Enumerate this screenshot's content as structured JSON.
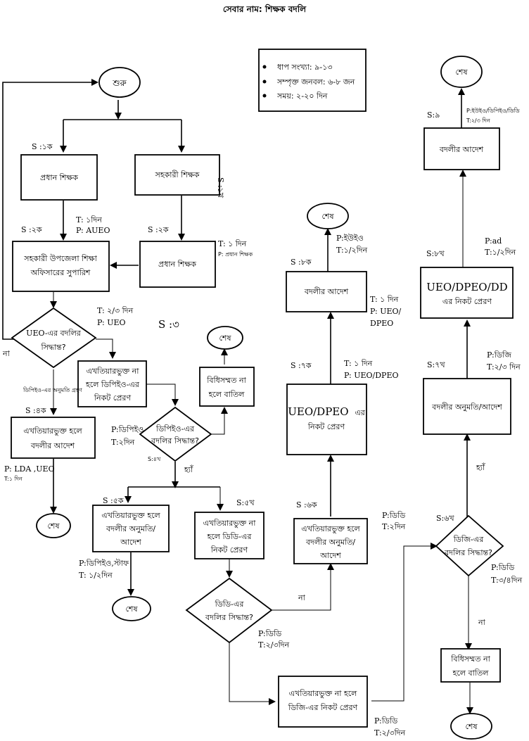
{
  "title": "সেবার নাম: শিক্ষক বদলি",
  "info_box": {
    "items": [
      "ধাপ সংখ্যা: ৯-১৩",
      "সম্পৃক্ত জনবল: ৬-৮ জন",
      "সময়: ২-২০ দিন"
    ]
  },
  "nodes": {
    "start": "শুরু",
    "head_teacher_1": "প্রধান শিক্ষক",
    "asst_teacher": "সহকারী শিক্ষক",
    "aueo_recommend": [
      "সহকারী উপজেলা শিক্ষা",
      "অফিসারের সুপারিশ"
    ],
    "head_teacher_2": "প্রধান শিক্ষক",
    "ueo_decision": [
      "UEO-এর বদলির",
      "সিদ্ধান্ত?"
    ],
    "forward_dpeo": [
      "এখতিয়ারভুক্ত না",
      "হলে ডিপিইও-এর",
      "নিকট প্রেরণ"
    ],
    "ueo_order": [
      "এখতিয়ারভুক্ত হলে",
      "বদলীর আদেশ"
    ],
    "end_1": "শেষ",
    "dpeo_decision": [
      "ডিপিইও-এর",
      "বদলির সিদ্ধান্ত?"
    ],
    "cancel_1": [
      "বিধিসম্মত না",
      "হলে বাতিল"
    ],
    "end_2": "শেষ",
    "dpeo_permit": [
      "এখতিয়ারভুক্ত হলে",
      "বদলীর অনুমতি/",
      "আদেশ"
    ],
    "end_3": "শেষ",
    "forward_dd": [
      "এখতিয়ারভুক্ত না",
      "হলে ডিডি-এর",
      "নিকট প্রেরণ"
    ],
    "dd_decision": [
      "ডিডি-এর",
      "বদলির সিদ্ধান্ত?"
    ],
    "forward_dg": [
      "এখতিয়ারভুক্ত না হলে",
      "ডিজি-এর নিকট প্রেরণ"
    ],
    "dd_permit": [
      "এখতিয়ারভুক্ত হলে",
      "বদলীর অনুমতি/",
      "আদেশ"
    ],
    "to_ueo_dpeo": [
      "UEO/DPEO",
      "এর",
      "নিকট প্রেরণ"
    ],
    "order_8k": "বদলীর আদেশ",
    "end_4": "শেষ",
    "dg_decision": [
      "ডিজি-এর",
      "বদলির সিদ্ধান্ত?"
    ],
    "dg_permit": "বদলীর অনুমতি/আদেশ",
    "to_ueo_dpeo_dd": [
      "UEO/DPEO/DD",
      "এর নিকট প্রেরণ"
    ],
    "order_9": "বদলীর আদেশ",
    "end_5": "শেষ",
    "cancel_2": [
      "বিধিসম্মত না",
      "হলে বাতিল"
    ],
    "end_6": "শেষ"
  },
  "labels": {
    "s_1k": "S :১ক",
    "s_1kh": "S :১খ",
    "s_2k_left": "S :২ক",
    "s_2k_right": "S :২ক",
    "t_1din": "T: ১দিন",
    "p_aueo": "P: AUEO",
    "t_1_din_b": "T: ১ দিন",
    "p_head": "P: প্রধান শিক্ষক",
    "t_23din": "T: ২/৩ দিন",
    "p_ueo": "P: UEO",
    "s_3": "S :৩",
    "no_left": "না",
    "dpeo_perm_get": "ডিপিইও-এর অনুমতি গ্রহণ",
    "s_4k": "S :৪ক",
    "p_lda": "P: LDA ,UEO",
    "t_1din_lda": "T:১ দিন",
    "p_dpeo": "P:ডিপিইও",
    "t_2din_dpeo": "T:২দিন",
    "s_4kh": "S:৪খ",
    "yes_1": "হ্যাঁ",
    "s_5k": "S :৫ক",
    "s_5kh": "S:৫খ",
    "p_dpeo_staff": "P:ডিপিইও,স্টাফ",
    "t_12din": "T: ১/২দিন",
    "p_dd_1": "P:ডিডি",
    "t_23din_dd1": "T:২/৩দিন",
    "no_dd": "না",
    "p_dd_2": "P:ডিডি",
    "t_23din_dd2": "T:২/৩দিন",
    "s_6k": "S :৬ক",
    "p_dd_3": "P:ডিডি",
    "t_2din_dd": "T:২দিন",
    "s_7k": "S :৭ক",
    "t_1din_7k": "T: ১ দিন",
    "p_ueo_dpeo": "P: UEO/DPEO",
    "s_8k": "S :৮ক",
    "t_1din_8k": "T: ১ দিন",
    "p_ueo_dpeo_split": [
      "P: UEO/",
      "DPEO"
    ],
    "p_ueo_8k": "P:ইউইও",
    "t_12din_8k": "T:১/২দিন",
    "s_6kh": "S:৬খ",
    "p_dd_dg": "P:ডিডি",
    "t_34din": "T:৩/৪দিন",
    "yes_2": "হ্যাঁ",
    "no_dg": "না",
    "s_7kh": "S:৭খ",
    "p_dg": "P:ডিজি",
    "t_23din_dg": "T:২/৩ দিন",
    "s_8kh": "S:৮খ",
    "p_ad": "P:ad",
    "t_12din_ad": "T:১/২দিন",
    "s_9": "S:৯",
    "p_all": "P:ইউইও/ডিপিইও/ডিডি",
    "t_23din_9": "T:২/৩ দিন"
  }
}
